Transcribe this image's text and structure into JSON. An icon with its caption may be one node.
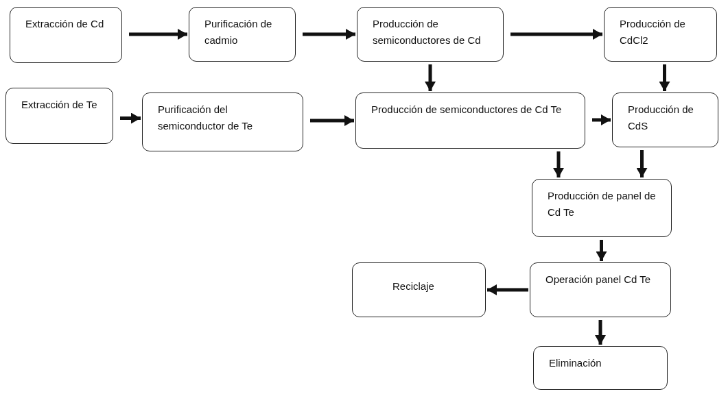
{
  "diagram": {
    "nodes": [
      {
        "text": [
          "Extracción de Cd"
        ]
      },
      {
        "text": [
          "Purificación de cadmio"
        ]
      },
      {
        "text": [
          "Producción de semiconductores de Cd"
        ]
      },
      {
        "text": [
          "Producción de CdCl2"
        ]
      },
      {
        "text": [
          "Extracción de Te"
        ]
      },
      {
        "text": [
          "Purificación del semiconductor de Te"
        ]
      },
      {
        "text": [
          "Producción de semiconductores de Cd Te"
        ]
      },
      {
        "text": [
          "Producción de CdS"
        ]
      },
      {
        "text": [
          "Producción de panel de Cd Te"
        ]
      },
      {
        "text": [
          "Reciclaje"
        ]
      },
      {
        "text": [
          "Operación panel Cd Te"
        ]
      },
      {
        "text": [
          "Eliminación"
        ]
      }
    ],
    "edges": [
      {
        "from": 0,
        "to": 1,
        "arrow": "to"
      },
      {
        "from": 1,
        "to": 2,
        "arrow": "to"
      },
      {
        "from": 2,
        "to": 3,
        "arrow": "to"
      },
      {
        "from": 2,
        "to": 6,
        "arrow": "to"
      },
      {
        "from": 3,
        "to": 7,
        "arrow": "to"
      },
      {
        "from": 4,
        "to": 5,
        "arrow": "to"
      },
      {
        "from": 5,
        "to": 6,
        "arrow": "to"
      },
      {
        "from": 6,
        "to": 7,
        "arrow": "to"
      },
      {
        "from": 6,
        "to": 8,
        "arrow": "to"
      },
      {
        "from": 7,
        "to": 8,
        "arrow": "to"
      },
      {
        "from": 8,
        "to": 10,
        "arrow": "to"
      },
      {
        "from": 10,
        "to": 9,
        "arrow": "to"
      },
      {
        "from": 10,
        "to": 11,
        "arrow": "to"
      }
    ]
  }
}
